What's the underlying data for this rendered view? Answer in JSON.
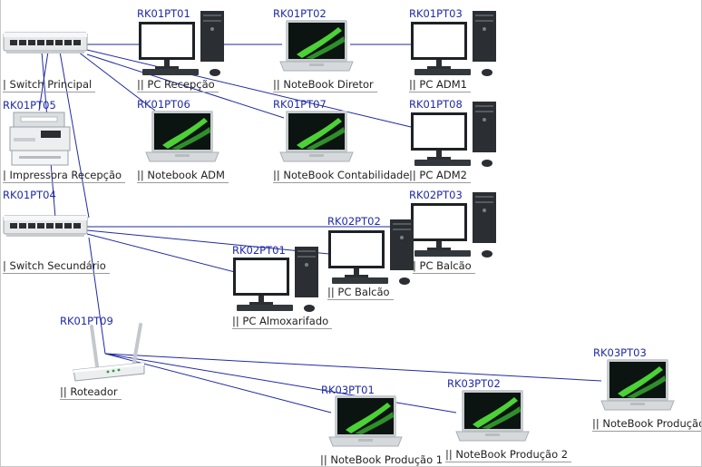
{
  "colors": {
    "link": "#1f2aa5",
    "device_id": "#1f2aa5",
    "label": "#222222",
    "screen_wallpaper_accent": "#4cd137"
  },
  "nodes": [
    {
      "key": "switch-principal",
      "id": "",
      "name": "| Switch Principal",
      "icon": "switch-icon"
    },
    {
      "key": "impressora",
      "id": "RK01PT05",
      "name": "| Impressora Recepção",
      "icon": "printer-icon"
    },
    {
      "key": "switch-secundario",
      "id": "RK01PT04",
      "name": "| Switch Secundário",
      "icon": "switch-icon"
    },
    {
      "key": "roteador",
      "id": "RK01PT09",
      "name": "|| Roteador",
      "icon": "router-icon"
    },
    {
      "key": "pc-recepcao",
      "id": "RK01PT01",
      "name": "|| PC Recepção",
      "icon": "desktop-pc-icon"
    },
    {
      "key": "notebook-diretor",
      "id": "RK01PT02",
      "name": "|| NoteBook Diretor",
      "icon": "laptop-icon"
    },
    {
      "key": "pc-adm1",
      "id": "RK01PT03",
      "name": "|| PC ADM1",
      "icon": "desktop-pc-icon"
    },
    {
      "key": "notebook-adm",
      "id": "RK01PT06",
      "name": "|| Notebook ADM",
      "icon": "laptop-icon"
    },
    {
      "key": "notebook-contabilidade",
      "id": "RK01PT07",
      "name": "|| NoteBook Contabilidade",
      "icon": "laptop-icon"
    },
    {
      "key": "pc-adm2",
      "id": "RK01PT08",
      "name": "|| PC ADM2",
      "icon": "desktop-pc-icon"
    },
    {
      "key": "pc-balcao-1",
      "id": "RK02PT03",
      "name": "| PC Balcão",
      "icon": "desktop-pc-icon"
    },
    {
      "key": "pc-balcao-2",
      "id": "RK02PT02",
      "name": "|| PC Balcão",
      "icon": "desktop-pc-icon"
    },
    {
      "key": "pc-almoxarifado",
      "id": "RK02PT01",
      "name": "|| PC Almoxarifado",
      "icon": "desktop-pc-icon"
    },
    {
      "key": "notebook-producao-1",
      "id": "RK03PT01",
      "name": "|| NoteBook Produção 1",
      "icon": "laptop-icon"
    },
    {
      "key": "notebook-producao-2",
      "id": "RK03PT02",
      "name": "|| NoteBook Produção 2",
      "icon": "laptop-icon"
    },
    {
      "key": "notebook-producao-3",
      "id": "RK03PT03",
      "name": "|| NoteBook Produção",
      "icon": "laptop-icon"
    }
  ],
  "links": [
    {
      "from": "switch-principal",
      "to": "pc-recepcao"
    },
    {
      "from": "switch-principal",
      "to": "notebook-diretor"
    },
    {
      "from": "switch-principal",
      "to": "pc-adm1"
    },
    {
      "from": "switch-principal",
      "to": "impressora"
    },
    {
      "from": "switch-principal",
      "to": "notebook-adm"
    },
    {
      "from": "switch-principal",
      "to": "notebook-contabilidade"
    },
    {
      "from": "switch-principal",
      "to": "pc-adm2"
    },
    {
      "from": "switch-principal",
      "to": "switch-secundario"
    },
    {
      "from": "switch-secundario",
      "to": "pc-balcao-1"
    },
    {
      "from": "switch-secundario",
      "to": "pc-balcao-2"
    },
    {
      "from": "switch-secundario",
      "to": "pc-almoxarifado"
    },
    {
      "from": "switch-secundario",
      "to": "roteador"
    },
    {
      "from": "roteador",
      "to": "notebook-producao-1"
    },
    {
      "from": "roteador",
      "to": "notebook-producao-2"
    },
    {
      "from": "roteador",
      "to": "notebook-producao-3"
    }
  ]
}
